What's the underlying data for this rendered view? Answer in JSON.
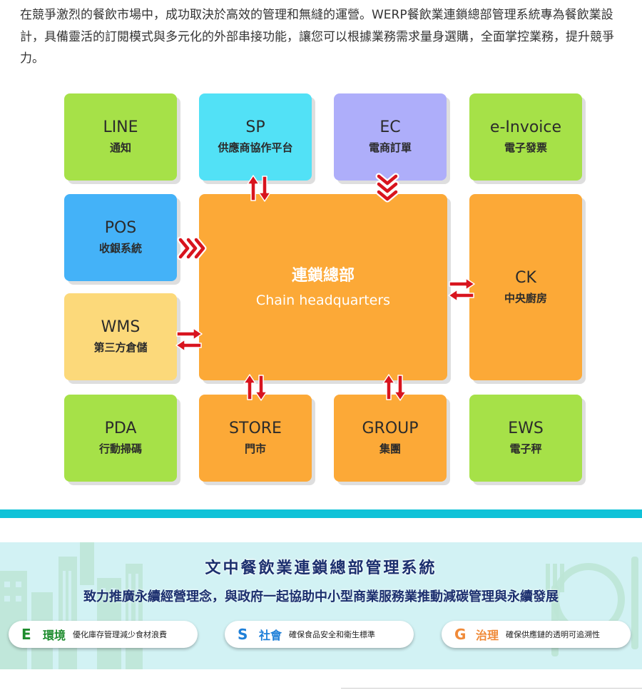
{
  "intro": "在競爭激烈的餐飲市場中，成功取決於高效的管理和無縫的運營。WERP餐飲業連鎖總部管理系統專為餐飲業設計，具備靈活的訂閱模式與多元化的外部串接功能，讓您可以根據業務需求量身選購，全面掌控業務，提升競爭力。",
  "diagram": {
    "line": {
      "t1": "LINE",
      "t2": "通知"
    },
    "sp": {
      "t1": "SP",
      "t2": "供應商協作平台"
    },
    "ec": {
      "t1": "EC",
      "t2": "電商訂單"
    },
    "einvoice": {
      "t1": "e-Invoice",
      "t2": "電子發票"
    },
    "pos": {
      "t1": "POS",
      "t2": "收銀系統"
    },
    "hq": {
      "t1": "連鎖總部",
      "t2": "Chain headquarters"
    },
    "ck": {
      "t1": "CK",
      "t2": "中央廚房"
    },
    "wms": {
      "t1": "WMS",
      "t2": "第三方倉儲"
    },
    "pda": {
      "t1": "PDA",
      "t2": "行動掃碼"
    },
    "store": {
      "t1": "STORE",
      "t2": "門市"
    },
    "group": {
      "t1": "GROUP",
      "t2": "集團"
    },
    "ews": {
      "t1": "EWS",
      "t2": "電子秤"
    }
  },
  "colors": {
    "green": "#a6e148",
    "cyan": "#52e1f6",
    "purple": "#aeaefa",
    "blue": "#44b2f8",
    "yellow": "#fcd97a",
    "orange": "#fca937",
    "arrow_red": "#d8141e"
  },
  "esg": {
    "title": "文中餐飲業連鎖總部管理系統",
    "subtitle": "致力推廣永續經營理念，與政府一起協助中小型商業服務業推動減碳管理與永續發展",
    "items": [
      {
        "letter": "E",
        "name": "環境",
        "desc": "優化庫存管理減少食材浪費",
        "color": "#1e8c2e"
      },
      {
        "letter": "S",
        "name": "社會",
        "desc": "確保食品安全和衛生標準",
        "color": "#1e7fd8"
      },
      {
        "letter": "G",
        "name": "治理",
        "desc": "確保供應鏈的透明可追溯性",
        "color": "#f08a38"
      }
    ]
  }
}
